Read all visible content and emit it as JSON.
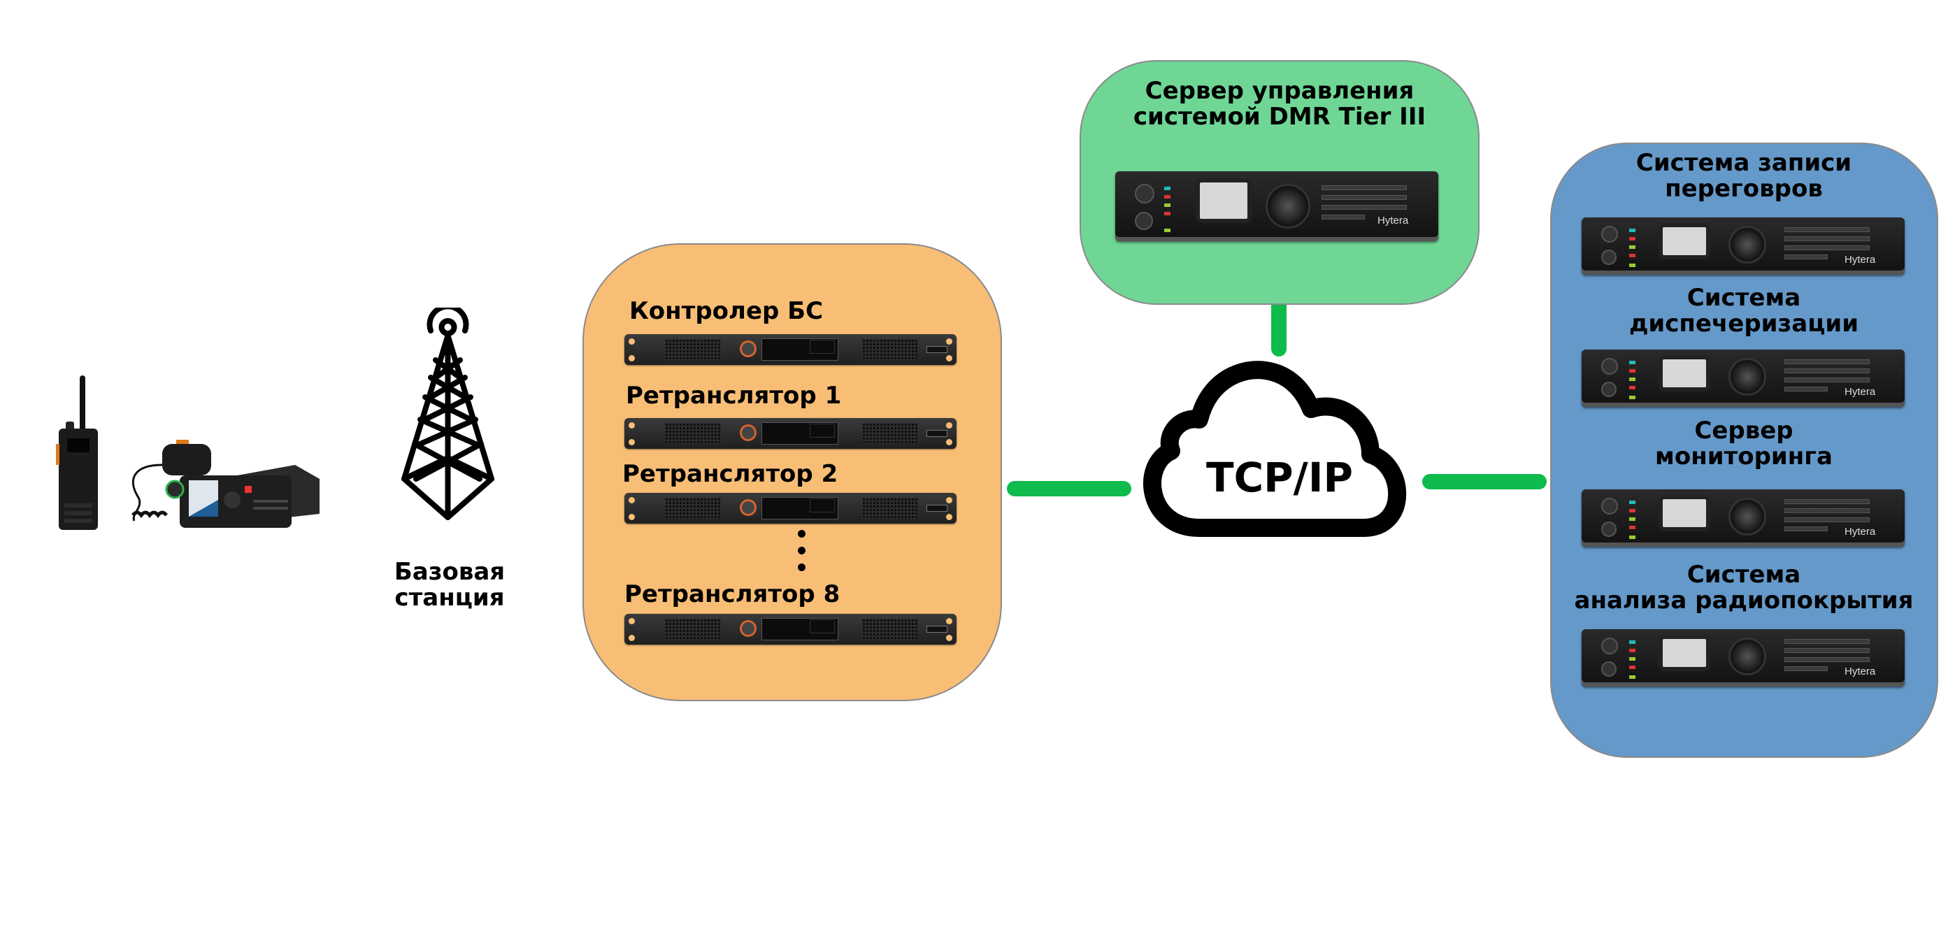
{
  "terminals": {
    "handheld_icon": "handheld-radio-icon",
    "mobile_icon": "mobile-radio-icon"
  },
  "base_station": {
    "icon": "radio-tower-icon",
    "label_line1": "Базовая",
    "label_line2": "станция"
  },
  "site_group": {
    "color": "#f8be76",
    "items": [
      {
        "label": "Контролер БС"
      },
      {
        "label": "Ретранслятор 1"
      },
      {
        "label": "Ретранслятор 2"
      },
      {
        "label": "Ретранслятор 8"
      }
    ],
    "ellipsis": "⋮"
  },
  "network": {
    "label": "TCP/IP",
    "icon": "cloud-icon",
    "link_color": "#0fbb4c"
  },
  "management_server": {
    "color": "#6fd696",
    "label_line1": "Сервер управления",
    "label_line2": "системой DMR Tier III",
    "device_brand": "Hytera"
  },
  "services_group": {
    "color": "#6599c9",
    "items": [
      {
        "line1": "Система записи",
        "line2": "переговров",
        "brand": "Hytera"
      },
      {
        "line1": "Система",
        "line2": "диспечеризации",
        "brand": "Hytera"
      },
      {
        "line1": "Сервер",
        "line2": "мониторинга",
        "brand": "Hytera"
      },
      {
        "line1": "Система",
        "line2": "анализа радиопокрытия",
        "brand": "Hytera"
      }
    ]
  }
}
